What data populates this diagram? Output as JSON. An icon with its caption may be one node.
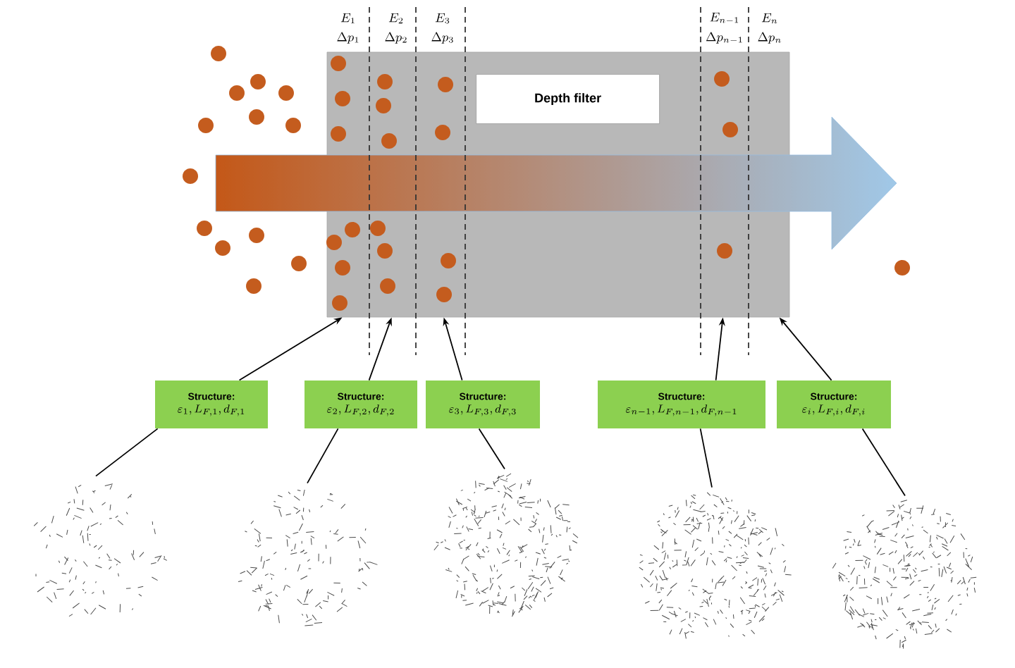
{
  "diagram": {
    "nodes": [
      {
        "text": [],
        "shape": "box"
      },
      {
        "text": [
          "Depth filter"
        ],
        "in": 0
      },
      {
        "text": [
          "Structure:",
          "\\varepsilon_{1}, L_{F,1}, d_{F,1}"
        ]
      },
      {
        "text": [
          "Structure:",
          "\\varepsilon_{2}, L_{F,2}, d_{F,2}"
        ]
      },
      {
        "text": [
          "Structure:",
          "\\varepsilon_{3}, L_{F,3}, d_{F,3}"
        ]
      },
      {
        "text": [
          "Structure:",
          "\\varepsilon_{n-1}, L_{F,n-1}, d_{F,n-1}"
        ]
      },
      {
        "text": [
          "Structure:",
          "\\varepsilon_{i}, L_{F,i}, d_{F,i}"
        ]
      },
      {
        "text": [],
        "shape": "picture"
      },
      {
        "text": [],
        "shape": "picture"
      },
      {
        "text": [],
        "shape": "picture"
      },
      {
        "text": [],
        "shape": "picture"
      },
      {
        "text": [],
        "shape": "picture"
      }
    ],
    "edges": [
      {
        "from": 2,
        "to": 0,
        "arrow": "to"
      },
      {
        "from": 3,
        "to": 0,
        "arrow": "to"
      },
      {
        "from": 4,
        "to": 0,
        "arrow": "to"
      },
      {
        "from": 5,
        "to": 0,
        "arrow": "to"
      },
      {
        "from": 6,
        "to": 0,
        "arrow": "to"
      },
      {
        "from": 2,
        "to": 7,
        "arrow": "none"
      },
      {
        "from": 3,
        "to": 8,
        "arrow": "none"
      },
      {
        "from": 4,
        "to": 9,
        "arrow": "none"
      },
      {
        "from": 5,
        "to": 10,
        "arrow": "none"
      },
      {
        "from": 6,
        "to": 11,
        "arrow": "none"
      }
    ],
    "labels": [
      "E_{1}",
      "\\Delta p_{1}",
      "E_{2}",
      "\\Delta p_{2}",
      "E_{3}",
      "\\Delta p_{3}",
      "E_{n-1}",
      "\\Delta p_{n-1}",
      "E_{n}",
      "\\Delta p_{n}"
    ]
  }
}
